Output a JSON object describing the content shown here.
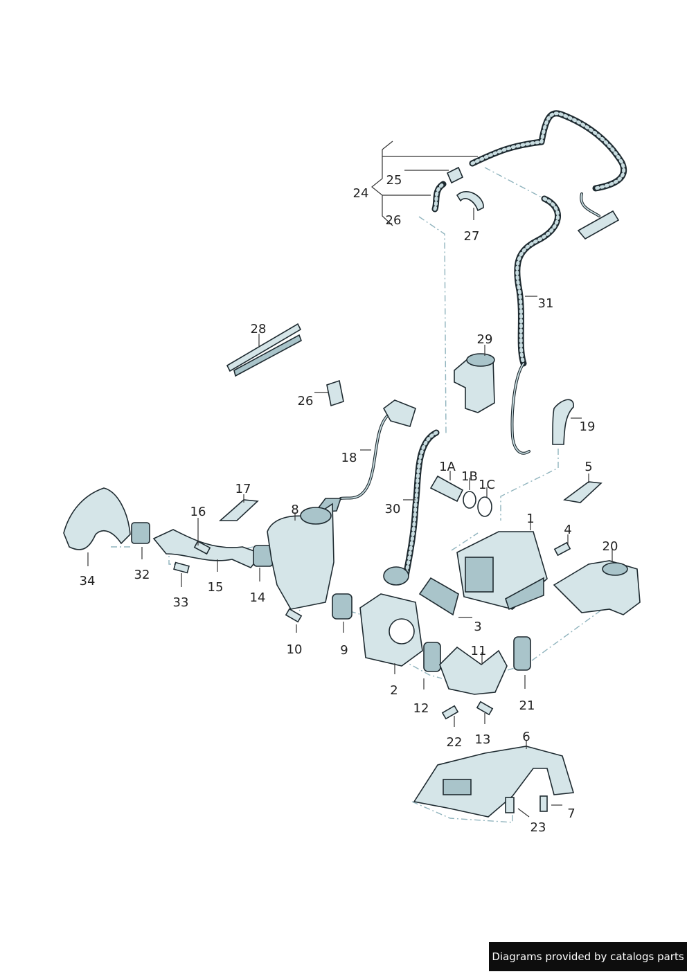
{
  "callouts": [
    "1",
    "1A",
    "1B",
    "1C",
    "2",
    "3",
    "4",
    "5",
    "6",
    "7",
    "8",
    "9",
    "10",
    "11",
    "12",
    "13",
    "14",
    "15",
    "16",
    "17",
    "18",
    "19",
    "20",
    "21",
    "22",
    "23",
    "24",
    "25",
    "26",
    "26",
    "27",
    "28",
    "29",
    "30",
    "31",
    "32",
    "33",
    "34"
  ],
  "footer": {
    "text": "Diagrams provided by catalogs parts"
  },
  "colors": {
    "part_fill": "#d5e5e8",
    "part_shade": "#a9c4ca",
    "outline": "#1e2a30",
    "leader": "#333333",
    "dash_line": "#8fb3bd"
  }
}
